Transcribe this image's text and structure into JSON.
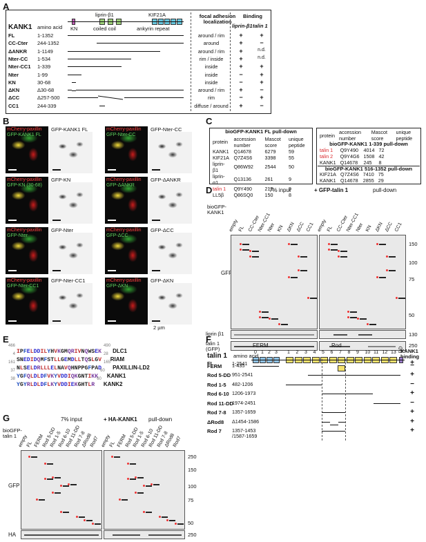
{
  "panel_labels": {
    "a": "A",
    "b": "B",
    "c": "C",
    "d": "D",
    "e": "E",
    "f": "F",
    "g": "G"
  },
  "panelA": {
    "protein": "KANK1",
    "col_amino_acid": "amino acid",
    "domain_kn": "KN",
    "domain_liprin": "liprin-β1",
    "domain_coiled": "coiled coil",
    "domain_kif": "KIF21A",
    "domain_ankyrin": "ankyrin repeat",
    "col_localization": "focal adhesion localization",
    "col_binding": "Binding",
    "col_liprin": "liprin-β1",
    "col_talin": "talin 1",
    "rows": [
      {
        "name": "FL",
        "aa": "1-1352",
        "loc": "around / rim",
        "liprin": "+",
        "talin": "+"
      },
      {
        "name": "CC-Cter",
        "aa": "244-1352",
        "loc": "around",
        "liprin": "+",
        "talin": "−"
      },
      {
        "name": "ΔANKR",
        "aa": "1-1149",
        "loc": "around / rim",
        "liprin": "+",
        "talin": "n.d."
      },
      {
        "name": "Nter-CC",
        "aa": "1-534",
        "loc": "rim / inside",
        "liprin": "+",
        "talin": "n.d."
      },
      {
        "name": "Nter-CC1",
        "aa": "1-339",
        "loc": "inside",
        "liprin": "+",
        "talin": "+"
      },
      {
        "name": "Nter",
        "aa": "1-99",
        "loc": "inside",
        "liprin": "−",
        "talin": "+"
      },
      {
        "name": "KN",
        "aa": "30-68",
        "loc": "inside",
        "liprin": "−",
        "talin": "+"
      },
      {
        "name": "ΔKN",
        "aa": "Δ30-68",
        "loc": "around / rim",
        "liprin": "+",
        "talin": "−"
      },
      {
        "name": "ΔCC",
        "aa": "Δ257-500",
        "loc": "rim",
        "liprin": "−",
        "talin": "+"
      },
      {
        "name": "CC1",
        "aa": "244-339",
        "loc": "diffuse / around",
        "liprin": "+",
        "talin": "−"
      }
    ]
  },
  "panelB": {
    "cells": [
      {
        "color1": "mCherry-paxillin",
        "color2": "GFP-KANK1 FL",
        "gray": "GFP-KANK1 FL"
      },
      {
        "color1": "mCherry-paxillin",
        "color2": "GFP-Nter-CC",
        "gray": "GFP-Nter-CC"
      },
      {
        "color1": "mCherry-paxillin",
        "color2": "GFP-KN (30-68)",
        "gray": "GFP-KN"
      },
      {
        "color1": "mCherry-paxillin",
        "color2": "GFP-ΔANKR",
        "gray": "GFP-ΔANKR"
      },
      {
        "color1": "mCherry-paxillin",
        "color2": "GFP-Nter",
        "gray": "GFP-Nter"
      },
      {
        "color1": "mCherry-paxillin",
        "color2": "GFP-ΔCC",
        "gray": "GFP-ΔCC"
      },
      {
        "color1": "mCherry-paxillin",
        "color2": "GFP-Nter-CC1",
        "gray": "GFP-Nter-CC1"
      },
      {
        "color1": "mCherry-paxillin",
        "color2": "GFP-ΔKN",
        "gray": "GFP-ΔKN"
      }
    ],
    "scale": "2 µm"
  },
  "panelC": {
    "t1_title": "bioGFP-KANK1 FL pull-down",
    "t1_headers": [
      "protein",
      "accession number",
      "Mascot score",
      "unique peptide"
    ],
    "t1_rows": [
      [
        "KANK1",
        "Q14678",
        "6279",
        "59"
      ],
      [
        "KIF21A",
        "Q7Z4S6",
        "3398",
        "55"
      ],
      [
        "liprin-β1",
        "Q86W92",
        "2544",
        "50"
      ],
      [
        "liprin-α1",
        "Q13136",
        "261",
        "9"
      ],
      [
        "talin 1",
        "Q9Y490",
        "212",
        "9"
      ],
      [
        "LL5β",
        "Q86SQ0",
        "150",
        "8"
      ]
    ],
    "t2_headers": [
      "protein",
      "accession number",
      "Mascot score",
      "unique peptide"
    ],
    "t2_title1": "bioGFP-KANK1 1-339 pull-down",
    "t2_rows1": [
      [
        "talin 1",
        "Q9Y490",
        "4014",
        "72"
      ],
      [
        "talin 2",
        "Q9Y4G6",
        "1508",
        "42"
      ],
      [
        "KANK1",
        "Q14678",
        "245",
        "8"
      ]
    ],
    "t2_title2": "bioGFP-KANK1 516-1352 pull-down",
    "t2_rows2": [
      [
        "KIF21A",
        "Q7Z4S6",
        "7410",
        "75"
      ],
      [
        "KANK1",
        "Q14678",
        "2855",
        "29"
      ]
    ]
  },
  "panelD": {
    "left_title": "7% input",
    "mid_title": "+ GFP-talin 1",
    "right_title": "pull-down",
    "row_label": "bioGFP-KANK1",
    "lanes": [
      "empty",
      "FL",
      "CC-Cter",
      "Nter-CC1",
      "Nter",
      "KN",
      "ΔKN",
      "ΔCC",
      "CC1"
    ],
    "blot_gfp": "GFP",
    "blot_liprin": "liprin β1",
    "blot_talin": "talin 1 (GFP)",
    "mw": [
      "150",
      "100",
      "75",
      "50",
      "130",
      "250"
    ]
  },
  "panelE": {
    "lines": [
      {
        "start": "466",
        "seq": "IPFELDDILYHVKGMQRIVNQWSEK",
        "end": "490",
        "name": "DLC1"
      },
      {
        "start": "4",
        "seq": "SNEDIDQMFSTLLGEMDLLTQSLGV",
        "end": "28",
        "name": "RIAM"
      },
      {
        "start": "161",
        "seq": "NLSELDRLLLELNAVQHNPPGFPAD",
        "end": "165",
        "name": "PAXILLIN-LD2"
      },
      {
        "start": "37",
        "seq": "YGFQLDLDFVKYVDDIQKGNTIKK",
        "end": "60",
        "name": "KANK1"
      },
      {
        "start": "38",
        "seq": "YGYRLDLDFLKYVDDIEKGHTLR",
        "end": "60",
        "name": "KANK2"
      }
    ]
  },
  "panelF": {
    "protein": "talin 1",
    "col_aa": "amino acid",
    "ferm": "FERM",
    "rod": "Rod",
    "ferm_nums": [
      "0",
      "1",
      "2",
      "3"
    ],
    "rod_nums": [
      "1",
      "2",
      "3",
      "4",
      "5",
      "6",
      "7",
      "8",
      "9",
      "10",
      "11",
      "12",
      "13"
    ],
    "dd": "DD",
    "col_binding": "KANK1 binding",
    "rows": [
      {
        "name": "FL",
        "aa": "1-2541",
        "binding": "+"
      },
      {
        "name": "FERM",
        "aa": "1-435",
        "binding": "−"
      },
      {
        "name": "Rod 5-DD",
        "aa": "951-2541",
        "binding": "+"
      },
      {
        "name": "Rod 1-5",
        "aa": "482-1206",
        "binding": "−"
      },
      {
        "name": "Rod 6-10",
        "aa": "1206-1973",
        "binding": "+"
      },
      {
        "name": "Rod 11-DD",
        "aa": "1974-2451",
        "binding": "−"
      },
      {
        "name": "Rod 7-8",
        "aa": "1357-1659",
        "binding": "+"
      },
      {
        "name": "ΔRod8",
        "aa": "Δ1454-1586",
        "binding": "+"
      },
      {
        "name": "Rod 7",
        "aa": "1357-1453 /1587-1659",
        "binding": "+"
      }
    ]
  },
  "panelG": {
    "left_title": "7% input",
    "mid_title": "+ HA-KANK1",
    "right_title": "pull-down",
    "row_label": "bioGFP-talin 1",
    "lanes": [
      "empty",
      "FL",
      "FERM",
      "Rod 5-DD",
      "Rod 1-5",
      "Rod 6-10",
      "Rod 11-DD",
      "Rod 7-8",
      "ΔRod8",
      "Rod7"
    ],
    "blot_gfp": "GFP",
    "blot_ha": "HA",
    "mw": [
      "250",
      "150",
      "100",
      "75",
      "50",
      "250"
    ]
  },
  "colors": {
    "red": "#d9262a",
    "ferm_blue": "#8fc3e6",
    "rod_yellow": "#f4e16b",
    "dd_purple": "#9a79c9",
    "kn_purple": "#c25bb7",
    "cc_green": "#9ed27a",
    "ankr_cyan": "#67c8e0"
  }
}
